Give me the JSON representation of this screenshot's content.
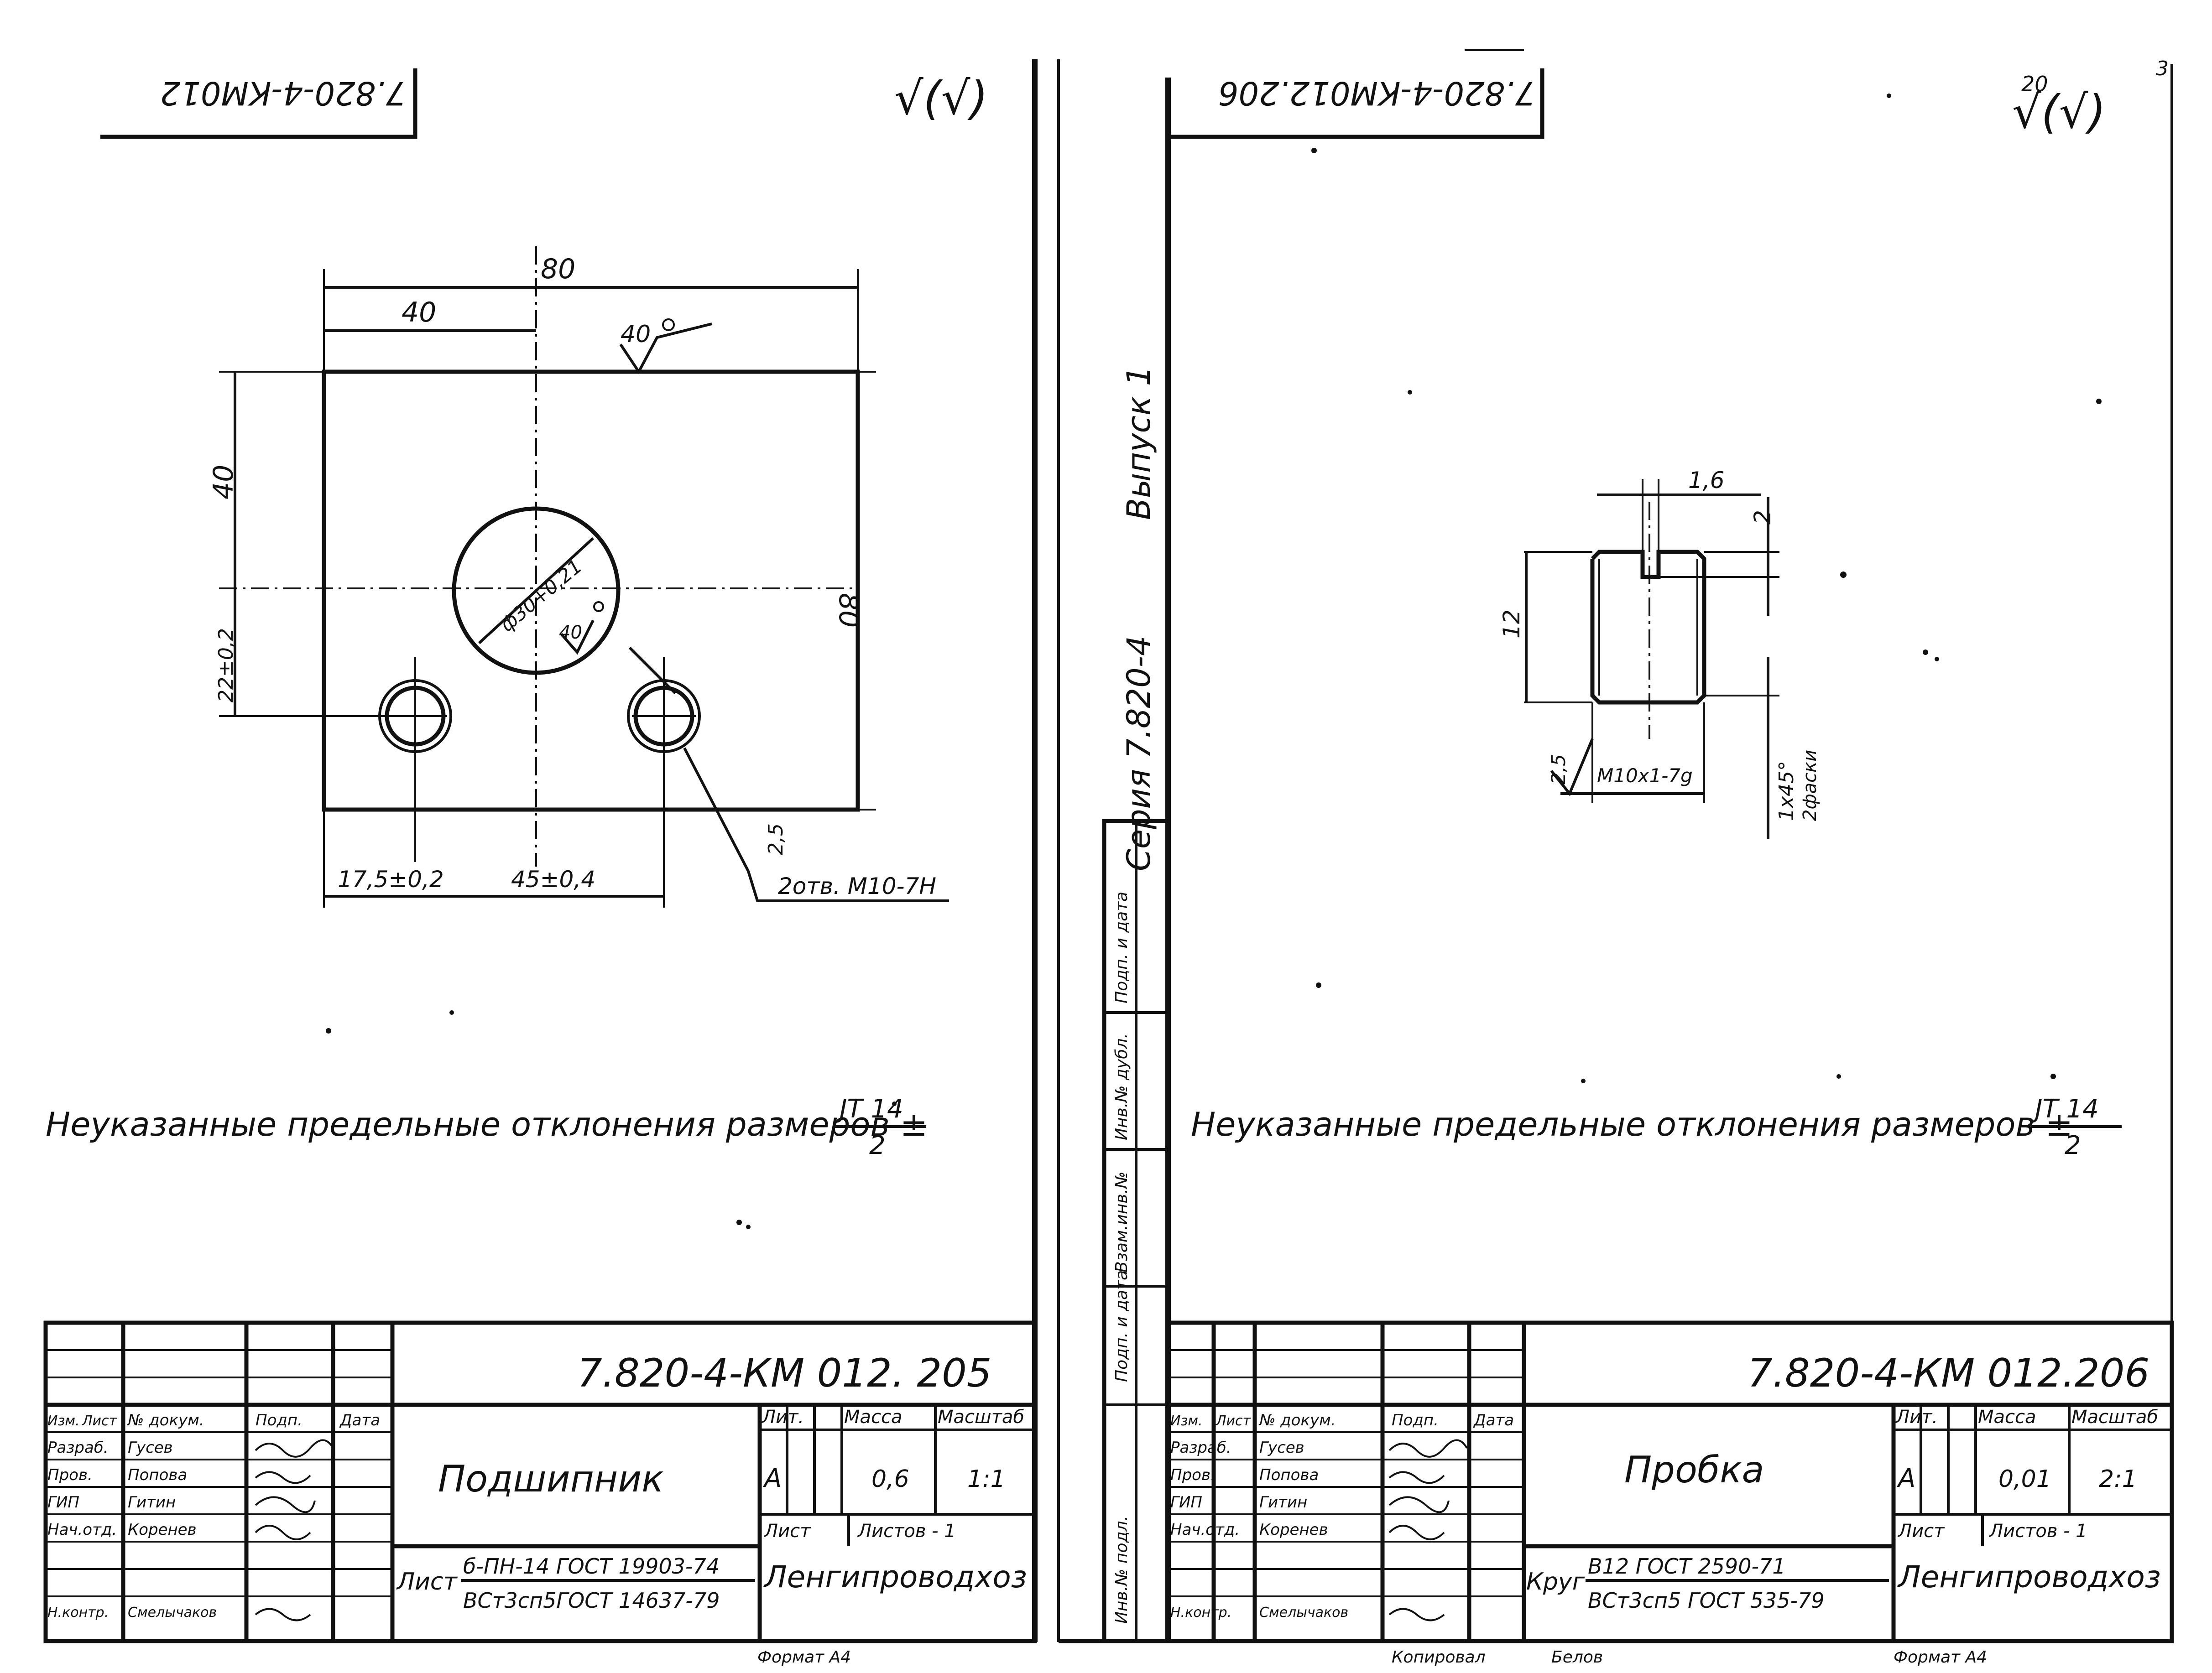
{
  "sheets": [
    {
      "code_stamp": "7.820-4-КМ012",
      "roughness_mark": "√(√)",
      "drawing": {
        "dim_width_total": "80",
        "dim_half_width": "40",
        "dim_height_total": "80",
        "dim_height_upper": "40",
        "dim_hole_offset": "22±0,2",
        "dim_hole_left": "17,5±0,2",
        "dim_hole_spacing": "45±0,4",
        "roughness_top": "40",
        "roughness_bore": "40",
        "dim_bore": "ф30+0,21",
        "roughness_thread": "2,5",
        "thread_note": "2отв. М10-7Н"
      },
      "note": "Неуказанные предельные отклонения размеров ±",
      "note_fraction_top": "JT 14",
      "note_fraction_bottom": "2",
      "title_block": {
        "doc_number": "7.820-4-КМ 012. 205",
        "name": "Подшипник",
        "header_lit": "Лит.",
        "header_mass": "Масса",
        "header_scale": "Масштаб",
        "lit_value": "А",
        "mass_value": "0,6",
        "scale_value": "1:1",
        "sheet_label": "Лист",
        "sheets_label": "Листов - 1",
        "org": "Ленгипроводхоз",
        "material_prefix": "Лист",
        "material_top": "б-ПН-14 ГОСТ 19903-74",
        "material_bottom": "ВСт3сп5ГОСТ 14637-79",
        "format": "Формат А4",
        "col_headers": [
          "Изм.",
          "Лист",
          "№ докум.",
          "Подп.",
          "Дата"
        ],
        "rows": [
          {
            "role": "Разраб.",
            "name": "Гусев"
          },
          {
            "role": "Пров.",
            "name": "Попова"
          },
          {
            "role": "ГИП",
            "name": "Гитин"
          },
          {
            "role": "Нач.отд.",
            "name": "Коренев"
          },
          {
            "role": "Н.контр.",
            "name": "Смелычаков"
          }
        ]
      }
    },
    {
      "code_stamp": "7.820-4-КМ012.206",
      "roughness_mark": "√(√)",
      "roughness_num": "20",
      "page_num": "3",
      "series_label": "Серия 7.820-4",
      "issue_label": "Выпуск 1",
      "drawing": {
        "dim_slot": "1,6",
        "dim_slot_depth": "2",
        "dim_length": "12",
        "roughness": "2,5",
        "thread": "М10х1-7g",
        "chamfer": "1х45°",
        "chamfer_note": "2фаски"
      },
      "note": "Неуказанные предельные отклонения размеров ±",
      "note_fraction_top": "JT 14",
      "note_fraction_bottom": "2",
      "side_stamp": [
        "Инв.№ подл.",
        "Подп. и дата",
        "Взам.инв.№",
        "Инв.№ дубл.",
        "Подп. и дата"
      ],
      "title_block": {
        "doc_number": "7.820-4-КМ 012.206",
        "name": "Пробка",
        "header_lit": "Лит.",
        "header_mass": "Масса",
        "header_scale": "Масштаб",
        "lit_value": "А",
        "mass_value": "0,01",
        "scale_value": "2:1",
        "sheet_label": "Лист",
        "sheets_label": "Листов - 1",
        "org": "Ленгипроводхоз",
        "material_prefix": "Круг",
        "material_top": "В12 ГОСТ 2590-71",
        "material_bottom": "ВСт3сп5 ГОСТ 535-79",
        "format": "Формат А4",
        "copied": "Копировал",
        "copied_name": "Белов",
        "col_headers": [
          "Изм.",
          "Лист",
          "№ докум.",
          "Подп.",
          "Дата"
        ],
        "rows": [
          {
            "role": "Разраб.",
            "name": "Гусев"
          },
          {
            "role": "Пров.",
            "name": "Попова"
          },
          {
            "role": "ГИП",
            "name": "Гитин"
          },
          {
            "role": "Нач.отд.",
            "name": "Коренев"
          },
          {
            "role": "Н.контр.",
            "name": "Смелычаков"
          }
        ]
      }
    }
  ]
}
